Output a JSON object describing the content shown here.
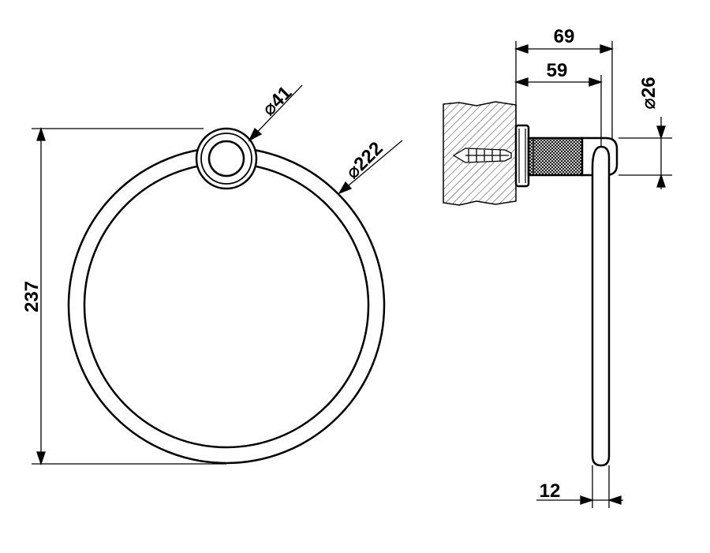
{
  "colors": {
    "line": "#000000",
    "background": "#ffffff",
    "hatch": "#555555"
  },
  "front_view": {
    "overall_height": "237",
    "base_diameter_symbol": "⌀",
    "base_diameter_value": "41",
    "ring_diameter_symbol": "⌀",
    "ring_diameter_value": "222"
  },
  "side_view": {
    "total_depth": "69",
    "post_depth": "59",
    "post_diameter_symbol": "⌀",
    "post_diameter_value": "26",
    "rod_thickness": "12"
  }
}
